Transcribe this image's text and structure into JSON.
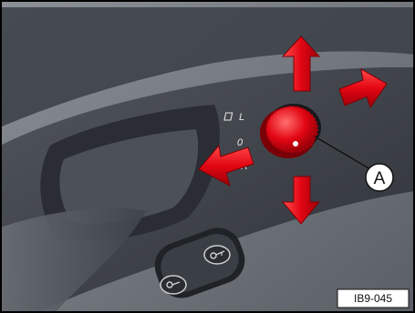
{
  "figure": {
    "callout": "A",
    "reference_code": "IB9-045",
    "switch_positions": {
      "left": "L",
      "neutral": "0",
      "right": "R"
    },
    "colors": {
      "frame": "#000000",
      "panel": "#3d4148",
      "armrest": "#4a4e55",
      "knob": "#e30613",
      "arrow": "#e30613",
      "callout_fill": "#ffffff"
    },
    "icons": [
      "lock-icon",
      "unlock-icon"
    ]
  }
}
